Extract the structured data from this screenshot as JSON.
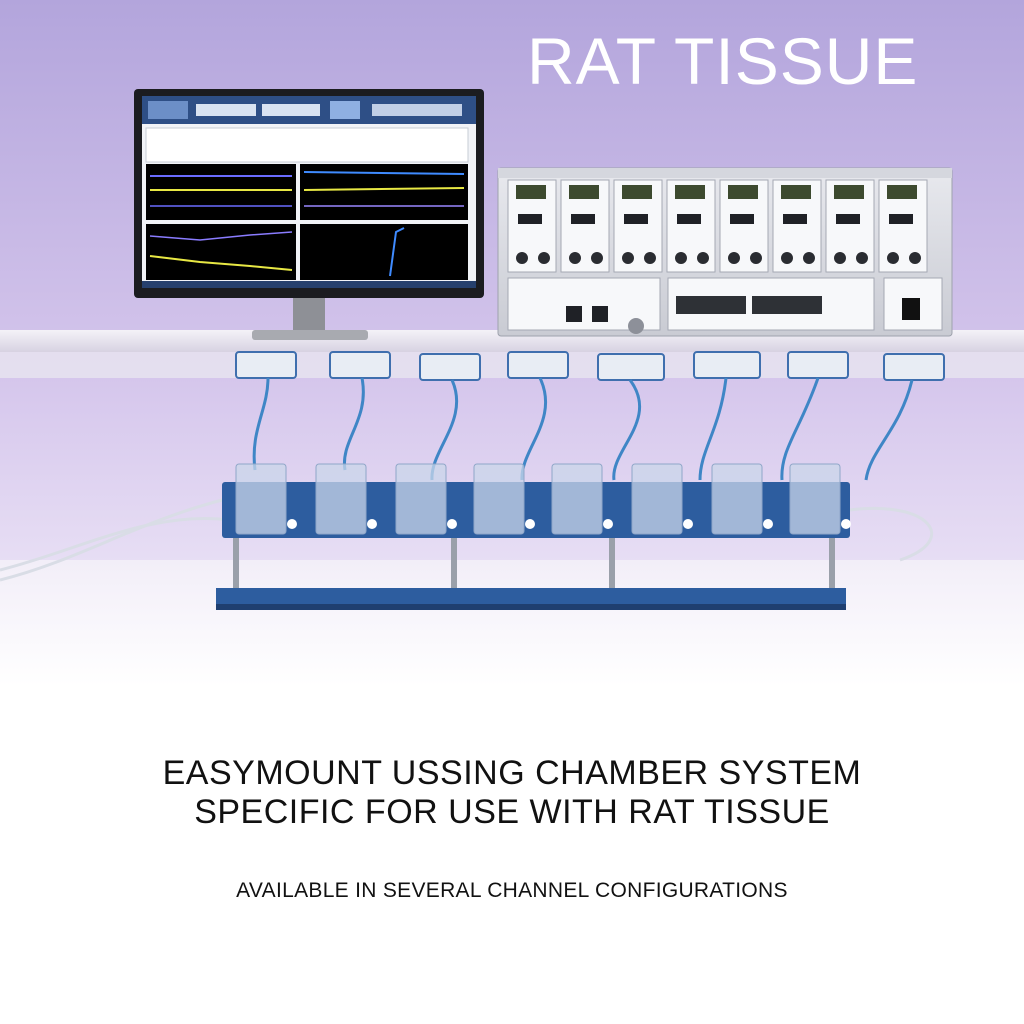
{
  "hero": {
    "title": "RAT TISSUE"
  },
  "content": {
    "heading_line1": "EASYMOUNT USSING CHAMBER SYSTEM",
    "heading_line2": "SPECIFIC FOR USE WITH RAT TISSUE",
    "subheading": "AVAILABLE IN SEVERAL CHANNEL CONFIGURATIONS"
  },
  "colors": {
    "background_top": "#b3a5dc",
    "background_bottom": "#efe6f6",
    "chamber_blue": "#2d5d9f",
    "tubing_blue": "#3f86c6"
  }
}
